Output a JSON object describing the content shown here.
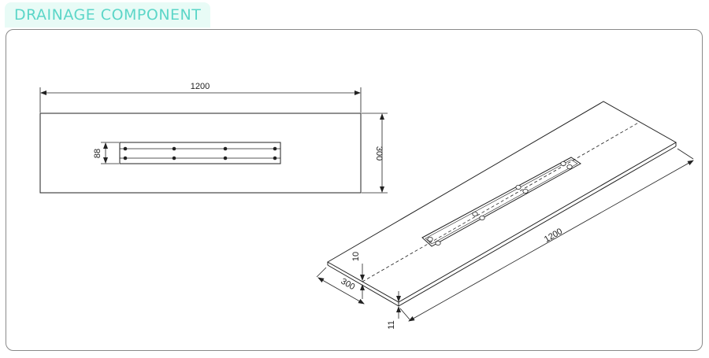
{
  "title": "DRAINAGE COMPONENT",
  "front_view": {
    "length_label": "1200",
    "width_label": "300",
    "slot_height_label": "88"
  },
  "iso_view": {
    "length_label": "1200",
    "width_label": "300",
    "thickness_label": "10",
    "edge_label": "11"
  },
  "colors": {
    "title": "#5cd6c8",
    "title_bg": "#e8fbf6",
    "line": "#222222",
    "frame": "#8a8a8a"
  }
}
